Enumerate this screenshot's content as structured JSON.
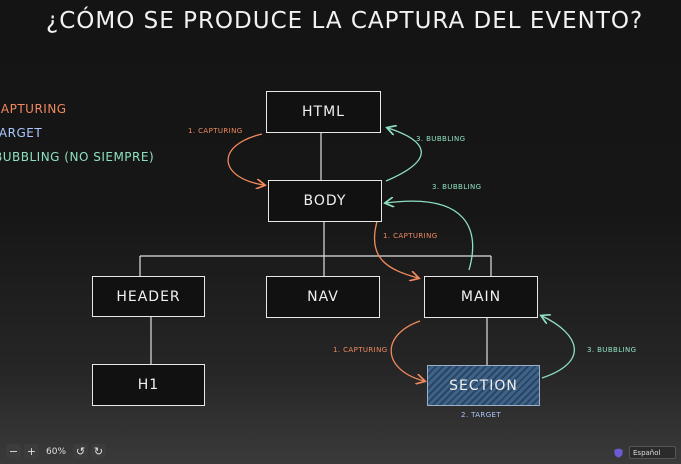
{
  "title": "¿CÓMO SE PRODUCE LA CAPTURA DEL EVENTO?",
  "legend": {
    "capturing": "CAPTURING",
    "target": "TARGET",
    "bubbling": "BUBBLING (NO SIEMPRE)"
  },
  "nodes": {
    "html": "HTML",
    "body": "BODY",
    "header": "HEADER",
    "nav": "NAV",
    "main": "MAIN",
    "h1": "H1",
    "section": "SECTION"
  },
  "labels": {
    "cap_html_body": "1. CAPTURING",
    "cap_body_main": "1. CAPTURING",
    "cap_main_section": "1. CAPTURING",
    "bub_body_html": "3. BUBBLING",
    "bub_main_body": "3. BUBBLING",
    "bub_section_main": "3. BUBBLING",
    "target": "2. TARGET"
  },
  "toolbar": {
    "zoom_out": "−",
    "zoom_in": "+",
    "zoom": "60%",
    "undo": "↺",
    "redo": "↻",
    "language": "Español"
  },
  "colors": {
    "capturing": "#f08a5d",
    "bubbling": "#8fe0c0",
    "target": "#a9c7ff"
  }
}
